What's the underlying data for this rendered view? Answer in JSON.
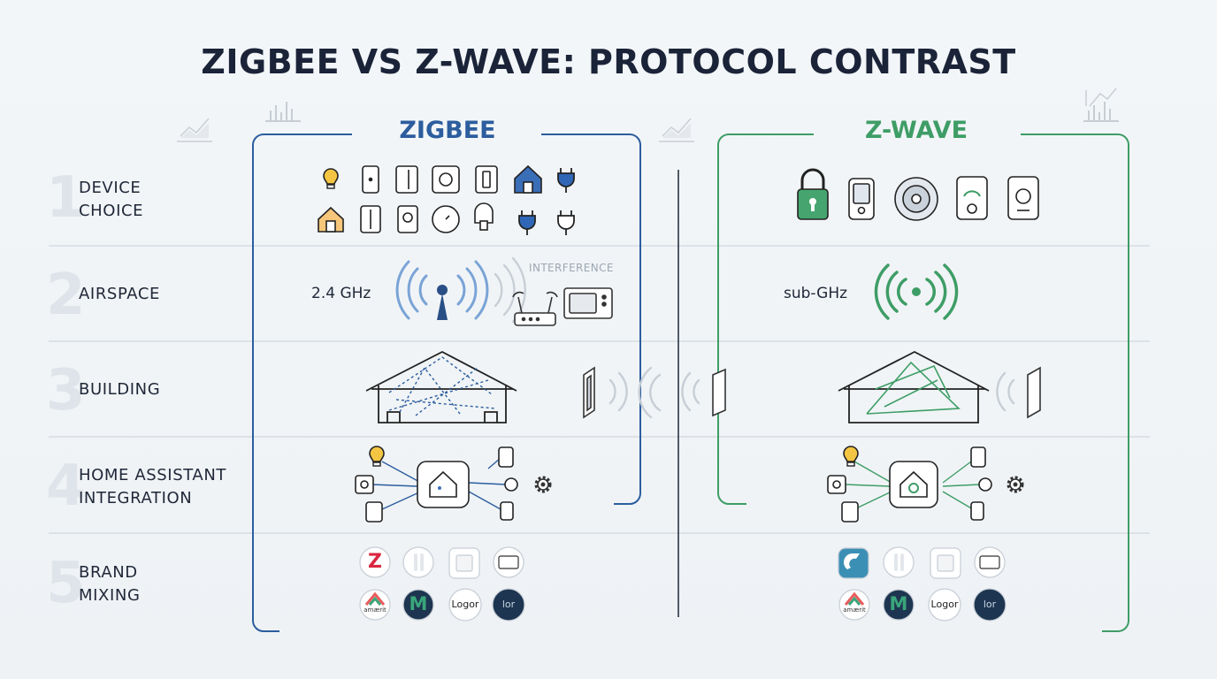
{
  "title": "ZIGBEE VS Z-WAVE: PROTOCOL CONTRAST",
  "columns": {
    "zigbee": {
      "title": "ZIGBEE",
      "color": "#2c5d9e"
    },
    "zwave": {
      "title": "Z-WAVE",
      "color": "#3e9d66"
    }
  },
  "rows": [
    {
      "number": "1",
      "label_line1": "DEVICE",
      "label_line2": "CHOICE"
    },
    {
      "number": "2",
      "label_line1": "AIRSPACE",
      "label_line2": ""
    },
    {
      "number": "3",
      "label_line1": "BUILDING",
      "label_line2": ""
    },
    {
      "number": "4",
      "label_line1": "HOME ASSISTANT",
      "label_line2": "INTEGRATION"
    },
    {
      "number": "5",
      "label_line1": "BRAND",
      "label_line2": "MIXING"
    }
  ],
  "airspace": {
    "zigbee_freq": "2.4 GHz",
    "interference": "INTERFERENCE",
    "zwave_freq": "sub-GHz"
  },
  "brand_logos": {
    "zigbee": [
      "Z",
      "amærit",
      "M",
      "Logor",
      "lor"
    ],
    "zwave": [
      "amærit",
      "M",
      "Logor",
      "lor"
    ]
  }
}
